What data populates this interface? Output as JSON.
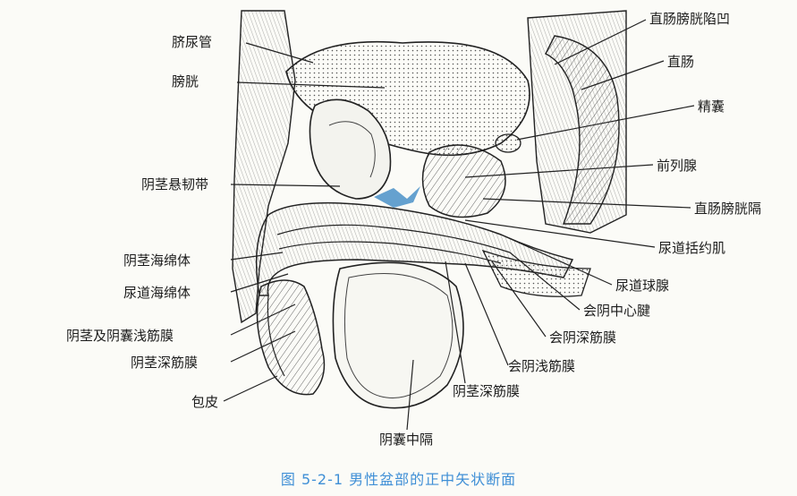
{
  "labels": {
    "umbilical_ligament": "脐尿管",
    "bladder": "膀胱",
    "penis_suspensory_ligament": "阴茎悬韧带",
    "corpus_cavernosum_penis": "阴茎海绵体",
    "corpus_spongiosum": "尿道海绵体",
    "superficial_fascia": "阴茎及阴囊浅筋膜",
    "deep_fascia_penis_left": "阴茎深筋膜",
    "prepuce": "包皮",
    "rectovesical_pouch": "直肠膀胱陷凹",
    "rectum": "直肠",
    "seminal_vesicle": "精囊",
    "prostate": "前列腺",
    "rectovesical_septum": "直肠膀胱隔",
    "urethral_sphincter": "尿道括约肌",
    "bulbourethral_gland": "尿道球腺",
    "perineal_body": "会阴中心腱",
    "deep_perineal_fascia": "会阴深筋膜",
    "superficial_perineal_fascia": "会阴浅筋膜",
    "deep_fascia_penis_bottom": "阴茎深筋膜",
    "scrotal_septum": "阴囊中隔"
  },
  "caption": "图 5-2-1    男性盆部的正中矢状断面",
  "colors": {
    "ink": "#2a2a2a",
    "caption": "#3f8fd6",
    "highlight": "#4a90c8"
  }
}
